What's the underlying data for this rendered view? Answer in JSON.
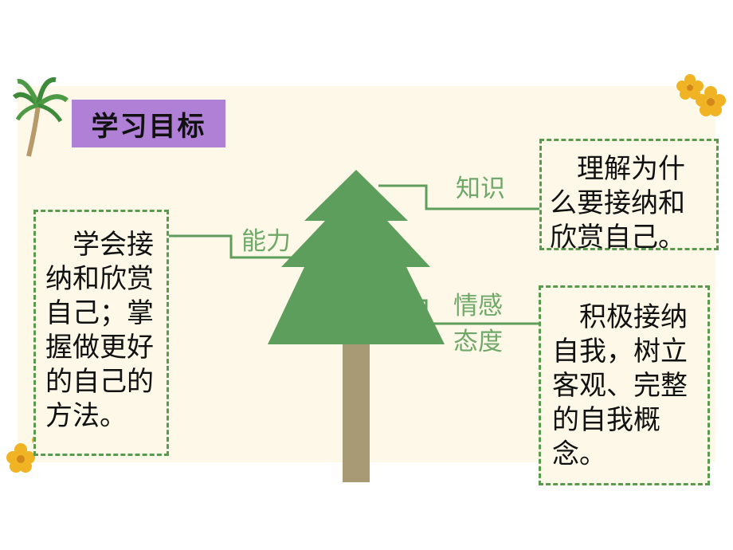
{
  "title": "学习目标",
  "branches": {
    "ability": "能力",
    "knowledge": "知识",
    "emotion_line1": "情感",
    "emotion_line2": "态度"
  },
  "boxes": {
    "ability_text": "学会接纳和欣赏自己；掌握做更好的自己的方法。",
    "knowledge_text": "理解为什么要接纳和欣赏自己。",
    "emotion_text": "积极接纳自我，树立客观、完整的自我概念。"
  },
  "colors": {
    "title_bg": "#b07fd6",
    "tree_green": "#5e9e5c",
    "trunk": "#a89a74",
    "dashed_border": "#5a9a4e",
    "panel_bg": "#fdf8e8",
    "flower": "#f0b323"
  },
  "icons": [
    "palm-tree-icon",
    "flower-icon"
  ]
}
